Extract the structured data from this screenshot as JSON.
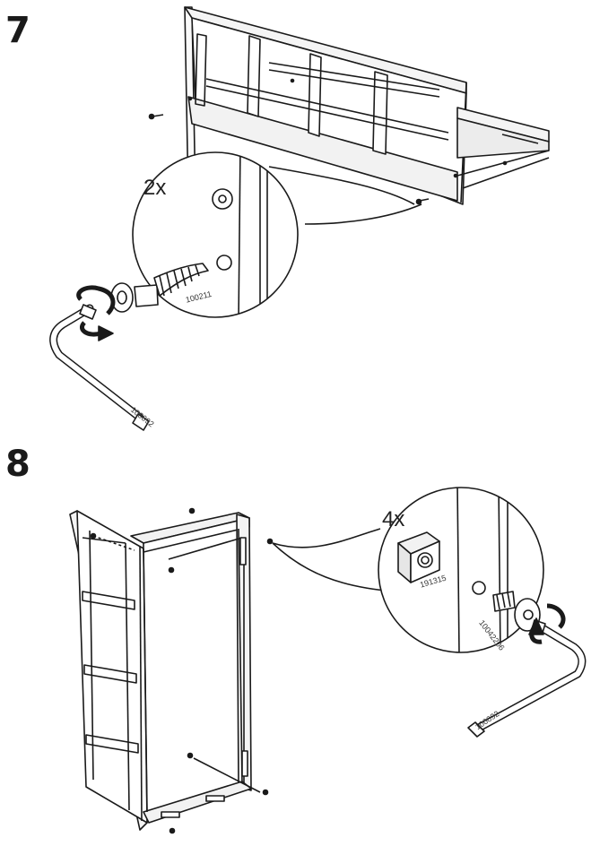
{
  "steps": [
    {
      "number": "7",
      "quantity": "2x",
      "parts": {
        "screw": "100211",
        "hex_key": "100092"
      }
    },
    {
      "number": "8",
      "quantity": "4x",
      "parts": {
        "nut": "191315",
        "bolt": "10042206",
        "hex_key": "100092"
      }
    }
  ],
  "icons": {
    "rotate_arrow": "rotation-arrow-icon"
  },
  "colors": {
    "line": "#1a1a1a",
    "panel": "#f2f2f2",
    "shade": "#d9d9d9"
  }
}
